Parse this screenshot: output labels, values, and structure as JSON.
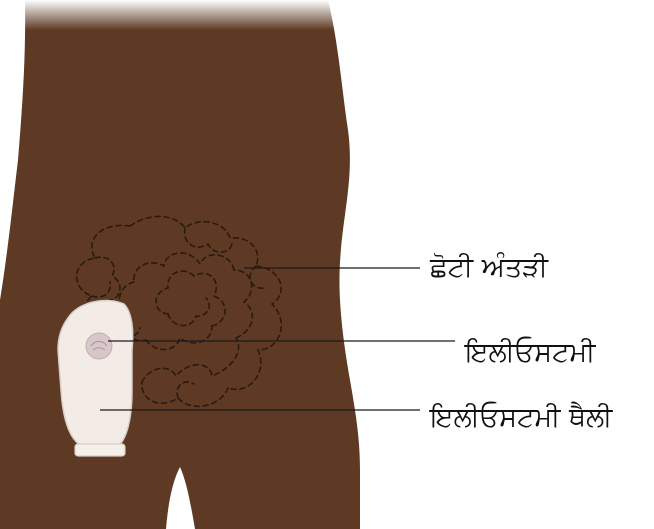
{
  "labels": {
    "small_intestine": "ਛੋਟੀ ਅੰਤੜੀ",
    "ileostomy": "ਇਲੀਓਸਟਮੀ",
    "ileostomy_bag": "ਇਲੀਓਸਟਮੀ ਥੈਲੀ"
  },
  "colors": {
    "skin": "#5e3a24",
    "skin_shadow": "#4d2f1c",
    "intestine_outline": "#2a1a10",
    "pouch_fill": "#f3ece6",
    "pouch_edge": "#d9cfc8",
    "stoma": "#d8c6c8",
    "leader_line": "#1a1a1a"
  }
}
